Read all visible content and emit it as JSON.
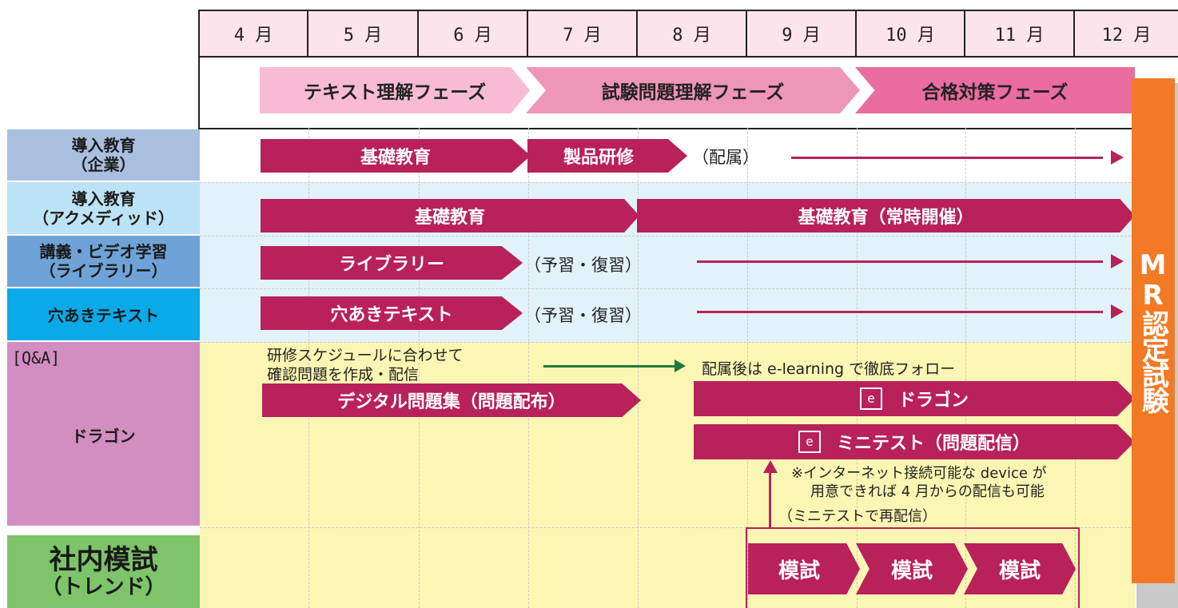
{
  "months": [
    "4 月",
    "5 月",
    "6 月",
    "7 月",
    "8 月",
    "9 月",
    "10 月",
    "11 月",
    "12 月"
  ],
  "phases": [
    "テキスト理解フェーズ",
    "試験問題理解フェーズ",
    "合格対策フェーズ"
  ],
  "rows": [
    {
      "line1": "導入教育",
      "line2": "（企業）"
    },
    {
      "line1": "導入教育",
      "line2": "（アクメディッド）"
    },
    {
      "line1": "講義・ビデオ学習",
      "line2": "（ライブラリー）"
    },
    {
      "line1": "穴あきテキスト",
      "line2": ""
    },
    {
      "line1": "[Q&A]",
      "line2": "ドラゴン"
    },
    {
      "line1": "社内模試",
      "line2": "（トレンド）"
    }
  ],
  "row1": {
    "bar1": "基礎教育",
    "bar2": "製品研修",
    "note": "（配属）"
  },
  "row2": {
    "bar1": "基礎教育",
    "bar2": "基礎教育（常時開催）"
  },
  "row3": {
    "bar1": "ライブラリー",
    "note": "（予習・復習）"
  },
  "row4": {
    "bar1": "穴あきテキスト",
    "note": "（予習・復習）"
  },
  "row5": {
    "note_left_1": "研修スケジュールに合わせて",
    "note_left_2": "確認問題を作成・配信",
    "note_right": "配属後は e-learning で徹底フォロー",
    "bar_digital": "デジタル問題集（問題配布）",
    "bar_dragon": "ドラゴン",
    "bar_mini": "ミニテスト（問題配信）",
    "e_badge": "e",
    "footnote_1": "※インターネット接続可能な device が",
    "footnote_2": "用意できれば 4 月からの配信も可能",
    "footnote_3": "（ミニテストで再配信）"
  },
  "row6": {
    "exams": [
      "模試",
      "模試",
      "模試"
    ]
  },
  "exam_banner": "MR認定試験",
  "colors": {
    "magenta": "#b8215a",
    "orange": "#f27a25",
    "green_arrow": "#1f7a3a"
  }
}
